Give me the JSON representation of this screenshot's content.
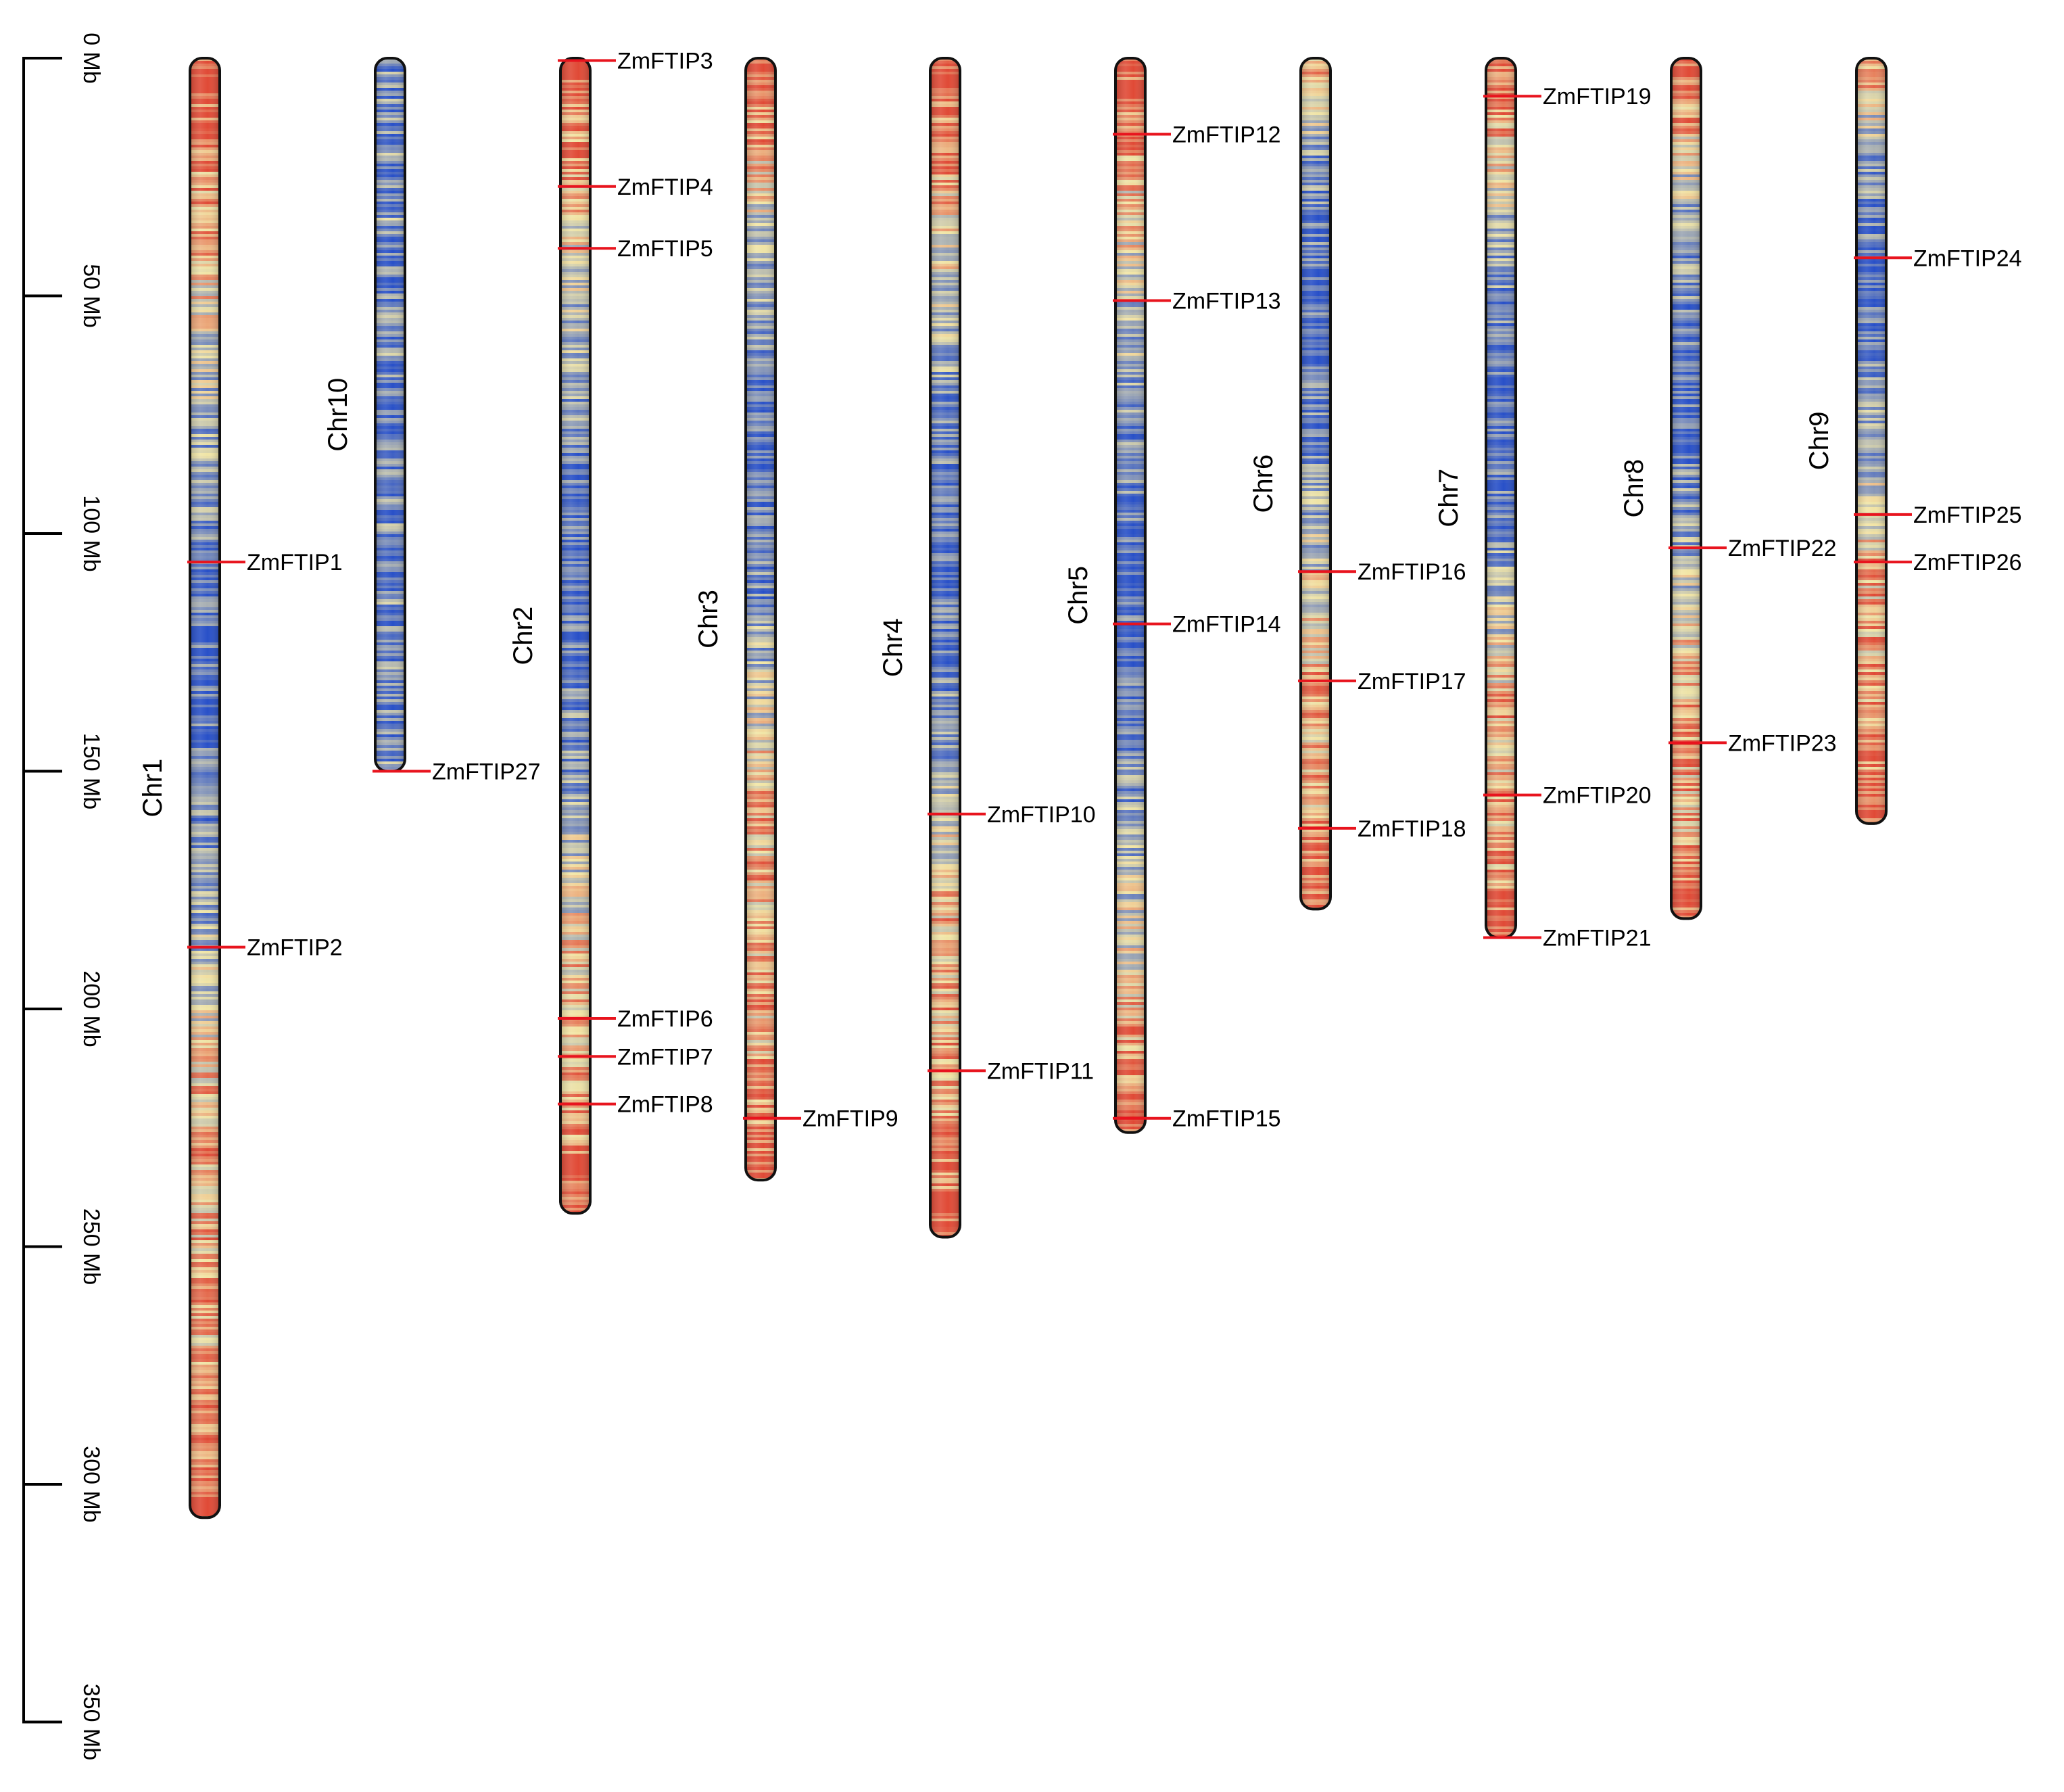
{
  "scale": {
    "unit": "Mb",
    "ticks": [
      {
        "value": 0,
        "label": "0 Mb"
      },
      {
        "value": 50,
        "label": "50 Mb"
      },
      {
        "value": 100,
        "label": "100 Mb"
      },
      {
        "value": 150,
        "label": "150 Mb"
      },
      {
        "value": 200,
        "label": "200 Mb"
      },
      {
        "value": 250,
        "label": "250 Mb"
      },
      {
        "value": 300,
        "label": "300 Mb"
      },
      {
        "value": 350,
        "label": "350 Mb"
      }
    ]
  },
  "colors": {
    "density_low": "#2850c8",
    "density_mid": "#f2e6a6",
    "density_high": "#e04a36",
    "gene_marker": "#e8141e",
    "outline": "#111111"
  },
  "chromosomes": [
    {
      "name": "Chr1",
      "length": 307,
      "genes": [
        {
          "name": "ZmFTIP1",
          "position": 106
        },
        {
          "name": "ZmFTIP2",
          "position": 187
        }
      ]
    },
    {
      "name": "Chr10",
      "length": 150,
      "genes": [
        {
          "name": "ZmFTIP27",
          "position": 150
        }
      ]
    },
    {
      "name": "Chr2",
      "length": 243,
      "genes": [
        {
          "name": "ZmFTIP3",
          "position": 0.5
        },
        {
          "name": "ZmFTIP4",
          "position": 27
        },
        {
          "name": "ZmFTIP5",
          "position": 40
        },
        {
          "name": "ZmFTIP6",
          "position": 202
        },
        {
          "name": "ZmFTIP7",
          "position": 210
        },
        {
          "name": "ZmFTIP8",
          "position": 220
        }
      ]
    },
    {
      "name": "Chr3",
      "length": 236,
      "genes": [
        {
          "name": "ZmFTIP9",
          "position": 223
        }
      ]
    },
    {
      "name": "Chr4",
      "length": 248,
      "genes": [
        {
          "name": "ZmFTIP10",
          "position": 159
        },
        {
          "name": "ZmFTIP11",
          "position": 213
        }
      ]
    },
    {
      "name": "Chr5",
      "length": 226,
      "genes": [
        {
          "name": "ZmFTIP12",
          "position": 16
        },
        {
          "name": "ZmFTIP13",
          "position": 51
        },
        {
          "name": "ZmFTIP14",
          "position": 119
        },
        {
          "name": "ZmFTIP15",
          "position": 223
        }
      ]
    },
    {
      "name": "Chr6",
      "length": 179,
      "genes": [
        {
          "name": "ZmFTIP16",
          "position": 108
        },
        {
          "name": "ZmFTIP17",
          "position": 131
        },
        {
          "name": "ZmFTIP18",
          "position": 162
        }
      ]
    },
    {
      "name": "Chr7",
      "length": 185,
      "genes": [
        {
          "name": "ZmFTIP19",
          "position": 8
        },
        {
          "name": "ZmFTIP20",
          "position": 155
        },
        {
          "name": "ZmFTIP21",
          "position": 185
        }
      ]
    },
    {
      "name": "Chr8",
      "length": 181,
      "genes": [
        {
          "name": "ZmFTIP22",
          "position": 103
        },
        {
          "name": "ZmFTIP23",
          "position": 144
        }
      ]
    },
    {
      "name": "Chr9",
      "length": 161,
      "genes": [
        {
          "name": "ZmFTIP24",
          "position": 42
        },
        {
          "name": "ZmFTIP25",
          "position": 96
        },
        {
          "name": "ZmFTIP26",
          "position": 106
        }
      ]
    }
  ]
}
